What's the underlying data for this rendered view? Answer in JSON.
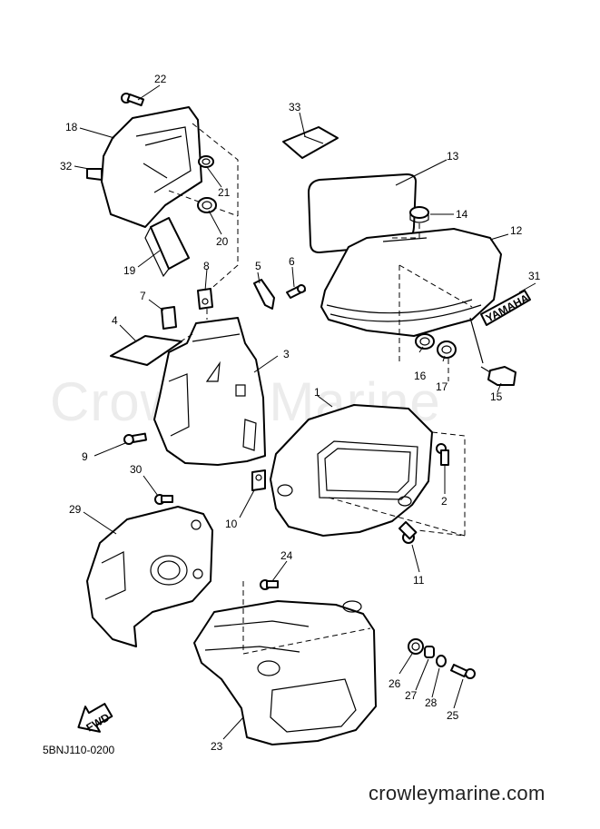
{
  "watermark": "Crowley Marine",
  "diagram_code": "5BNJ110-0200",
  "footer_url": "crowleymarine.com",
  "brand_decal_text": "YAMAHA",
  "fwd_label": "FWD",
  "callouts": [
    "1",
    "2",
    "3",
    "4",
    "5",
    "6",
    "7",
    "8",
    "9",
    "10",
    "11",
    "12",
    "13",
    "14",
    "15",
    "16",
    "17",
    "18",
    "19",
    "20",
    "21",
    "22",
    "23",
    "24",
    "25",
    "26",
    "27",
    "28",
    "29",
    "30",
    "31",
    "32",
    "33"
  ]
}
